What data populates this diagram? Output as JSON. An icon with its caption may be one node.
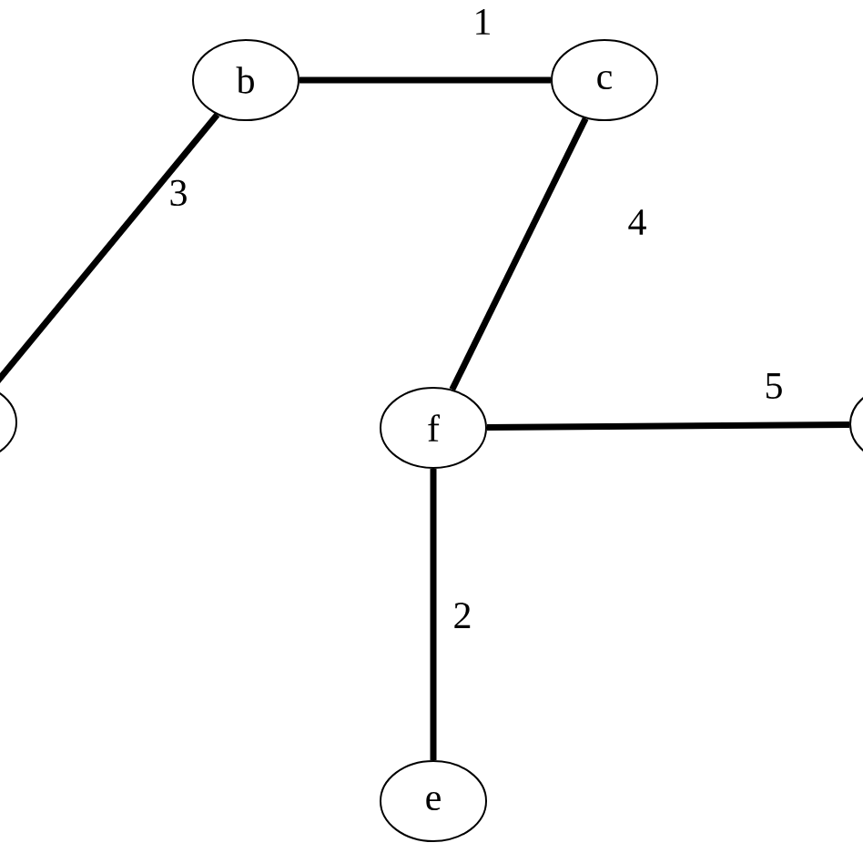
{
  "diagram": {
    "nodes": [
      {
        "text": [
          "b"
        ]
      },
      {
        "text": [
          "c"
        ]
      },
      {
        "text": [],
        "shape": "circle"
      },
      {
        "text": [
          "f"
        ]
      },
      {
        "text": [],
        "shape": "circle"
      },
      {
        "text": [
          "e"
        ]
      }
    ],
    "edges": [
      {
        "from": 0,
        "to": 1,
        "arrow": "none",
        "label": "1"
      },
      {
        "from": 0,
        "to": 2,
        "arrow": "none",
        "label": "3"
      },
      {
        "from": 1,
        "to": 3,
        "arrow": "none",
        "label": "4"
      },
      {
        "from": 3,
        "to": 4,
        "arrow": "none",
        "label": "5"
      },
      {
        "from": 3,
        "to": 5,
        "arrow": "none",
        "label": "2"
      }
    ]
  }
}
